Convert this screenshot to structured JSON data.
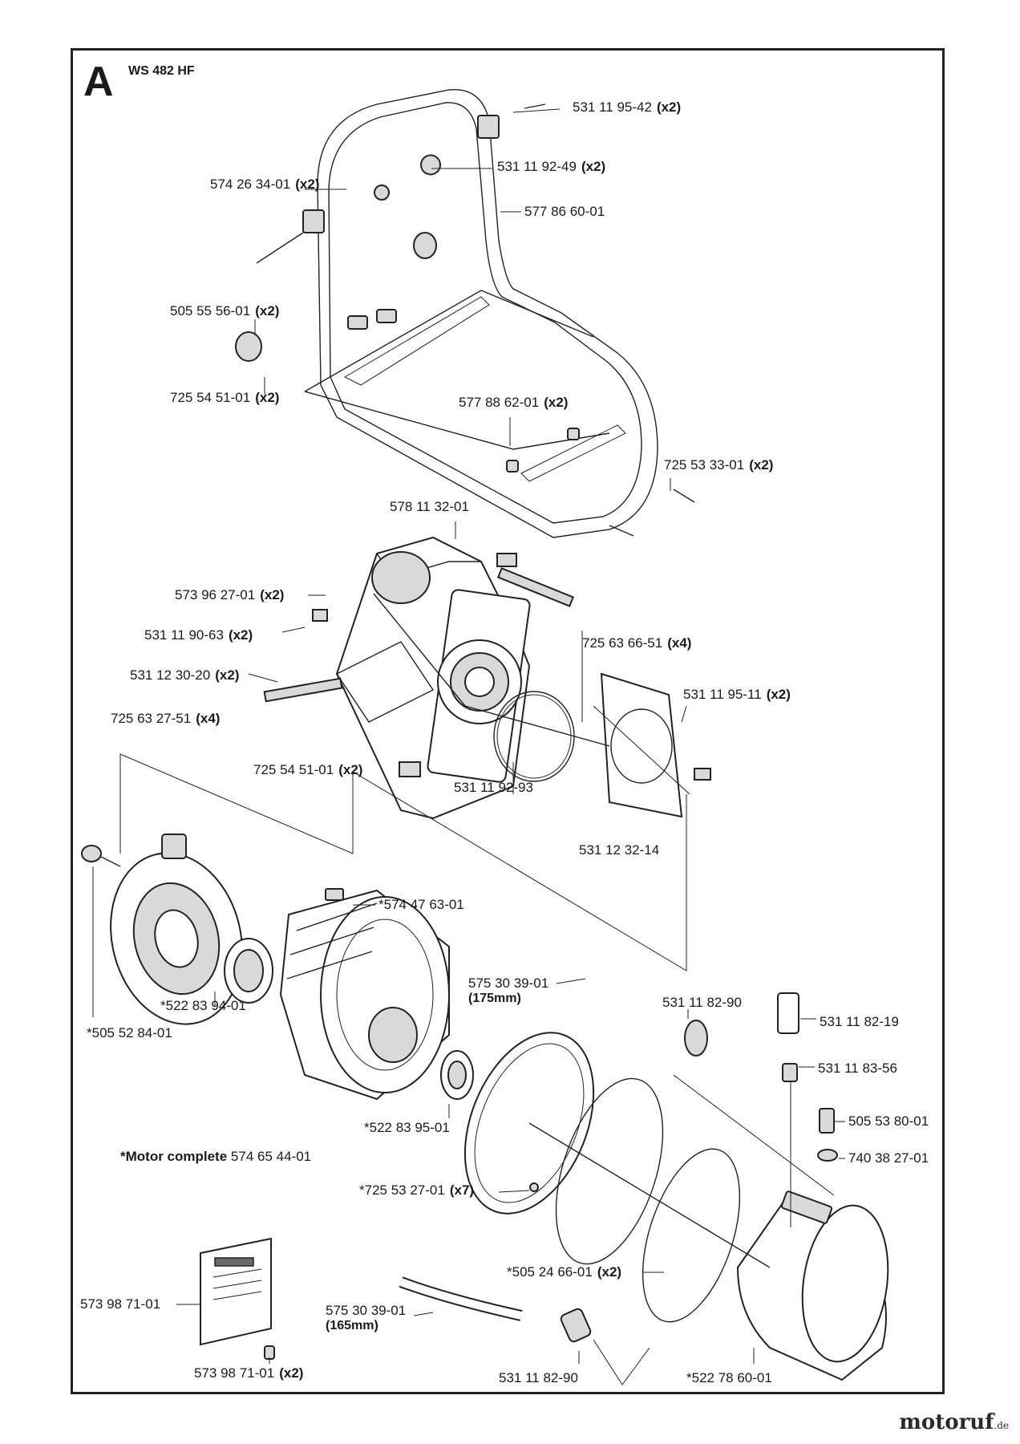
{
  "section": "A",
  "model": "WS 482 HF",
  "motor_note": {
    "prefix": "*Motor complete",
    "number": "574 65 44-01"
  },
  "brand": {
    "name": "motoruf",
    "tld": ".de"
  },
  "labels": {
    "p01": {
      "code": "531 11 95-42",
      "qty": "(x2)"
    },
    "p02": {
      "code": "531 11 92-49",
      "qty": "(x2)"
    },
    "p03": {
      "code": "574 26 34-01",
      "qty": "(x2)"
    },
    "p04": {
      "code": "577 86 60-01",
      "qty": ""
    },
    "p05": {
      "code": "505 55 56-01",
      "qty": "(x2)"
    },
    "p06": {
      "code": "725 54 51-01",
      "qty": "(x2)"
    },
    "p07": {
      "code": "577 88 62-01",
      "qty": "(x2)"
    },
    "p08": {
      "code": "725 53 33-01",
      "qty": "(x2)"
    },
    "p09": {
      "code": "578 11 32-01",
      "qty": ""
    },
    "p10": {
      "code": "573 96 27-01",
      "qty": "(x2)"
    },
    "p11": {
      "code": "531 11 90-63",
      "qty": "(x2)"
    },
    "p12": {
      "code": "725 63 66-51",
      "qty": "(x4)"
    },
    "p13": {
      "code": "531 12 30-20",
      "qty": "(x2)"
    },
    "p14": {
      "code": "531 11 95-11",
      "qty": "(x2)"
    },
    "p15": {
      "code": "725 63 27-51",
      "qty": "(x4)"
    },
    "p16": {
      "code": "725 54 51-01",
      "qty": "(x2)"
    },
    "p17": {
      "code": "531 11 92-93",
      "qty": ""
    },
    "p18": {
      "code": "531 12 32-14",
      "qty": ""
    },
    "p19": {
      "code": "*574 47 63-01",
      "qty": ""
    },
    "p20": {
      "code": "575 30 39-01",
      "qty": ""
    },
    "p21": {
      "code": "531 11 82-90",
      "qty": ""
    },
    "p22": {
      "code": "531 11 82-19",
      "qty": ""
    },
    "p23": {
      "code": "*522 83 94-01",
      "qty": ""
    },
    "p24": {
      "code": "531 11 83-56",
      "qty": ""
    },
    "p25": {
      "code": "*505 52 84-01",
      "qty": ""
    },
    "p26": {
      "code": "505 53 80-01",
      "qty": ""
    },
    "p27": {
      "code": "*522 83 95-01",
      "qty": ""
    },
    "p28": {
      "code": "740 38 27-01",
      "qty": ""
    },
    "p29": {
      "code": "*725 53 27-01",
      "qty": "(x7)"
    },
    "p30": {
      "code": "*505 24 66-01",
      "qty": "(x2)"
    },
    "p31": {
      "code": "573 98 71-01",
      "qty": ""
    },
    "p32": {
      "code": "575 30 39-01",
      "qty": ""
    },
    "p33": {
      "code": "573 98 71-01",
      "qty": "(x2)"
    },
    "p34": {
      "code": "531 11 82-90",
      "qty": ""
    },
    "p35": {
      "code": "*522 78 60-01",
      "qty": ""
    }
  },
  "sublabels": {
    "len175": "(175mm)",
    "len165": "(165mm)"
  }
}
